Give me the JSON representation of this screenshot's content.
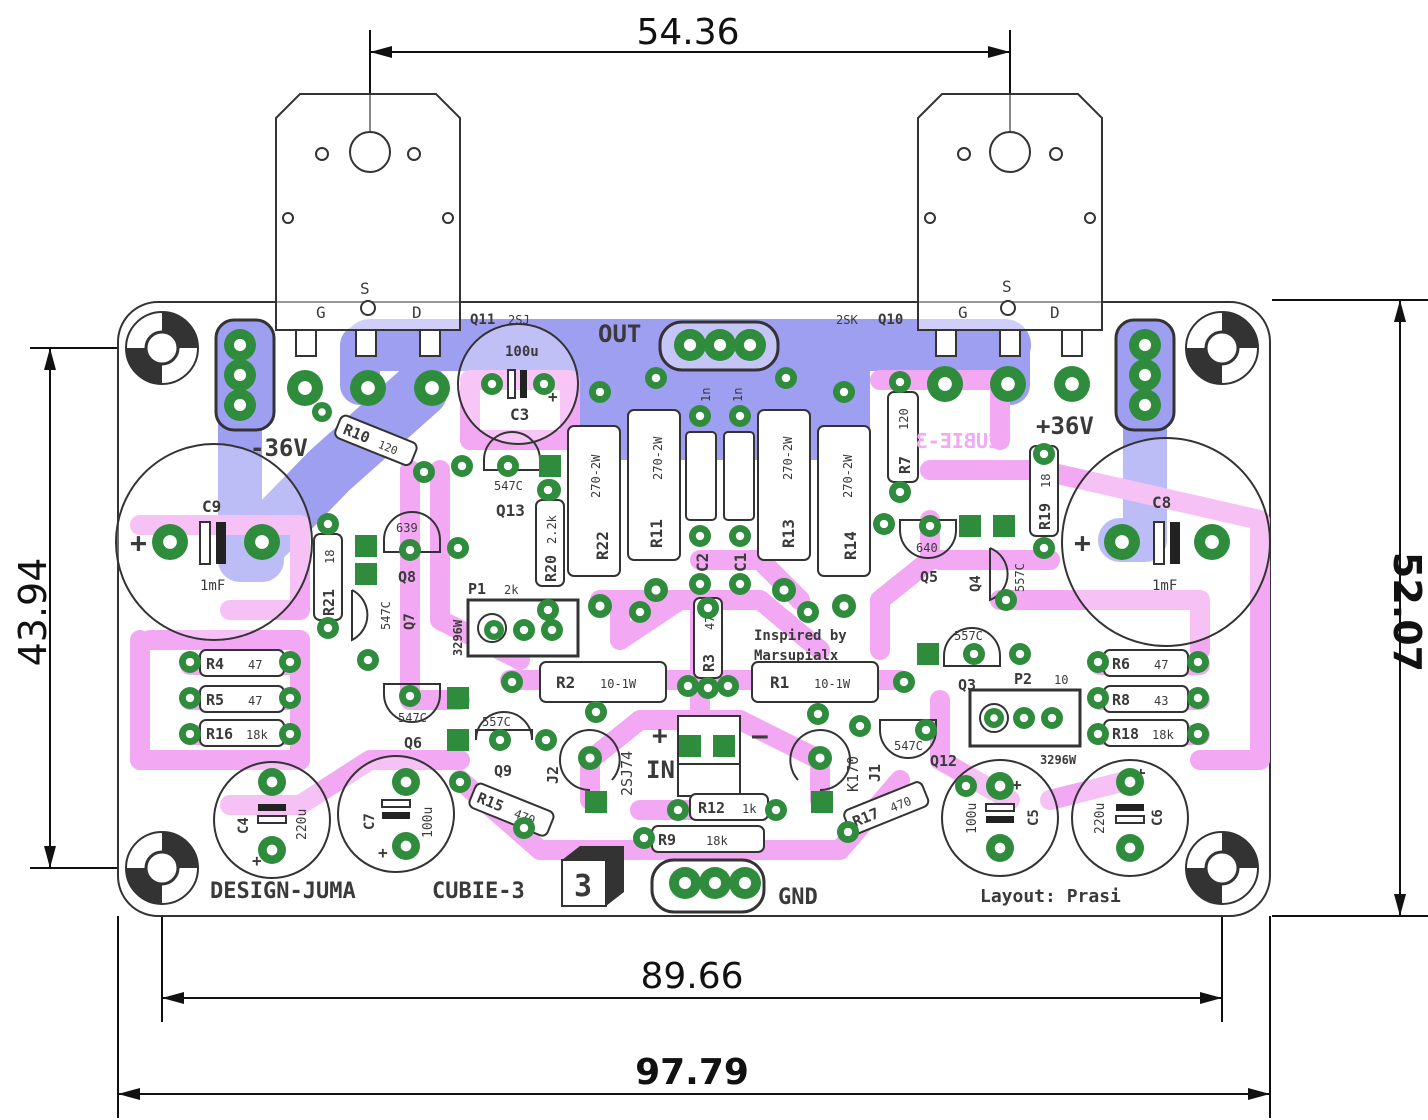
{
  "dimensions": {
    "top_width": "54.36",
    "left_height": "43.94",
    "right_height": "52.07",
    "bottom_inner": "89.66",
    "bottom_outer": "97.79"
  },
  "connectors": {
    "out": "OUT",
    "gnd": "GND",
    "neg": "-36V",
    "pos": "+36V",
    "in": "IN",
    "plus": "+",
    "minus": "–"
  },
  "transistors": {
    "q11": "Q11",
    "q11_type": "2SJ",
    "q10": "Q10",
    "q10_type": "2SK",
    "g": "G",
    "s": "S",
    "d": "D"
  },
  "labels": {
    "c3": "C3",
    "c3_v": "100u",
    "c9": "C9",
    "c9_v": "1mF",
    "c8": "C8",
    "c8_v": "1mF",
    "c4": "C4",
    "c4_v": "220u",
    "c7": "C7",
    "c7_v": "100u",
    "c5": "C5",
    "c5_v": "100u",
    "c6": "C6",
    "c6_v": "220u",
    "c1": "C1",
    "c2": "C2",
    "c_v": "1n",
    "r10": "R10",
    "r10_v": "120",
    "r7": "R7",
    "r7_v": "120",
    "r19": "R19",
    "r19_v": "18",
    "r21": "R21",
    "r21_v": "18",
    "r20": "R20",
    "r20_v": "2.2k",
    "r22": "R22",
    "r11": "R11",
    "r13": "R13",
    "r14": "R14",
    "r_2w": "270-2W",
    "r3": "R3",
    "r3_v": "47k",
    "r2": "R2",
    "r1": "R1",
    "r_1w": "10-1W",
    "r4": "R4",
    "r4_v": "47",
    "r5": "R5",
    "r5_v": "47",
    "r16": "R16",
    "r16_v": "18k",
    "r6": "R6",
    "r6_v": "47",
    "r8": "R8",
    "r8_v": "43",
    "r18": "R18",
    "r18_v": "18k",
    "r12": "R12",
    "r12_v": "1k",
    "r9": "R9",
    "r9_v": "18k",
    "r15": "R15",
    "r15_v": "470",
    "r17": "R17",
    "r17_v": "470",
    "q13": "Q13",
    "q8": "Q8",
    "q7": "Q7",
    "q6": "Q6",
    "q9": "Q9",
    "q5": "Q5",
    "q4": "Q4",
    "q3": "Q3",
    "q12": "Q12",
    "t547": "547C",
    "t639": "639",
    "t640": "640",
    "t557": "557C",
    "p1": "P1",
    "p1_v": "2k",
    "p2": "P2",
    "p2_v": "10",
    "trim": "3296W",
    "j1": "J1",
    "j2": "J2",
    "k170": "K170",
    "j74": "2SJ74",
    "inspired1": "Inspired by",
    "inspired2": "Marsupialx",
    "cubie_mirror": "CUBIE-3"
  },
  "footer": {
    "design": "DESIGN-JUMA",
    "cubie": "CUBIE-3",
    "badge": "3",
    "layout": "Layout: Prasi"
  }
}
